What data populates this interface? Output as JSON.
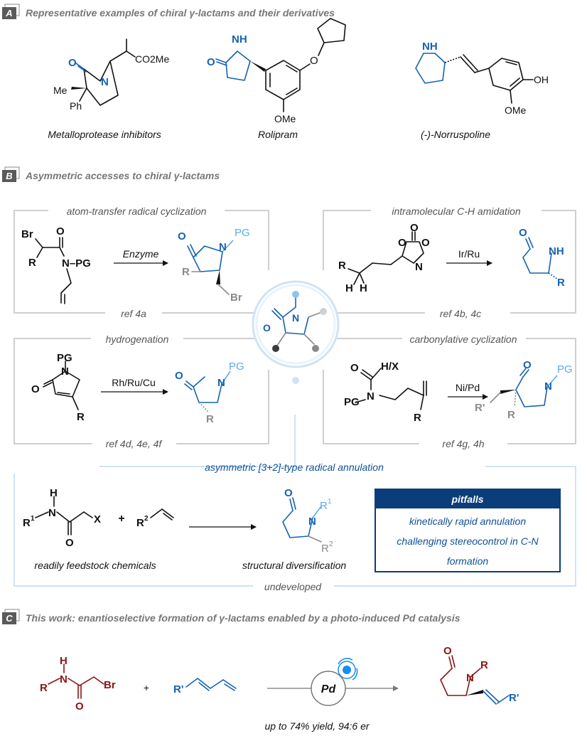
{
  "sectionA": {
    "letter": "A",
    "title": "Representative examples of chiral γ-lactams and their derivatives",
    "compounds": [
      {
        "name": "Metalloprotease inhibitors",
        "atoms": {
          "o": "O",
          "n": "N",
          "co2me": "CO2Me",
          "me": "Me",
          "ph": "Ph"
        }
      },
      {
        "name": "Rolipram",
        "atoms": {
          "o": "O",
          "nh": "NH",
          "o2": "O",
          "ome": "OMe"
        }
      },
      {
        "name": "(-)-Norruspoline",
        "atoms": {
          "nh": "NH",
          "oh": "OH",
          "ome": "OMe"
        }
      }
    ]
  },
  "sectionB": {
    "letter": "B",
    "title": "Asymmetric accesses to chiral γ-lactams",
    "panels": {
      "atr": {
        "title": "atom-transfer radical cyclization",
        "reagent": "Enzyme",
        "ref": "ref 4a",
        "atoms": {
          "br": "Br",
          "o": "O",
          "r": "R",
          "npg": "N–PG",
          "o2": "O",
          "n2": "N",
          "pg2": "PG",
          "r2": "R",
          "br2": "Br"
        }
      },
      "ch": {
        "title": "intramolecular C-H amidation",
        "reagent": "Ir/Ru",
        "ref": "ref 4b, 4c",
        "atoms": {
          "r": "R",
          "h1": "H",
          "h2": "H",
          "o1": "O",
          "o2": "O",
          "o3": "O",
          "n": "N",
          "o4": "O",
          "nh": "NH",
          "r2": "R"
        }
      },
      "hyd": {
        "title": "hydrogenation",
        "reagent": "Rh/Ru/Cu",
        "ref": "ref 4d, 4e, 4f",
        "atoms": {
          "pg": "PG",
          "o": "O",
          "n": "N",
          "r": "R",
          "o2": "O",
          "n2": "N",
          "pg2": "PG",
          "r2": "R"
        }
      },
      "carb": {
        "title": "carbonylative cyclization",
        "reagent": "Ni/Pd",
        "ref": "ref 4g, 4h",
        "atoms": {
          "o": "O",
          "hx": "H/X",
          "n": "N",
          "pg": "PG",
          "r": "R",
          "o2": "O",
          "n2": "N",
          "pg2": "PG",
          "r2": "R'",
          "r3": "R"
        }
      }
    },
    "center": {
      "o": "O",
      "n": "N"
    },
    "annulation": {
      "title": "asymmetric [3+2]-type radical annulation",
      "reactant_caption": "readily feedstock chemicals",
      "product_caption": "structural diversification",
      "footer": "undeveloped",
      "plus": "+",
      "atoms": {
        "r1": "R",
        "r1sup": "1",
        "h": "H",
        "n": "N",
        "x": "X",
        "o": "O",
        "r2": "R",
        "r2sup": "2",
        "po": "O",
        "pn": "N",
        "pr1": "R",
        "pr1sup": "1",
        "pr2": "R",
        "pr2sup": "2"
      },
      "pitfalls": {
        "header": "pitfalls",
        "items": [
          "kinetically rapid annulation",
          "challenging stereocontrol in C-N",
          "formation"
        ]
      }
    }
  },
  "sectionC": {
    "letter": "C",
    "title": "This work: enantioselective formation of γ-lactams enabled by a photo-induced Pd catalysis",
    "plus": "+",
    "catalyst": "Pd",
    "result": "up to 74% yield, 94:6 er",
    "atoms": {
      "r": "R",
      "h": "H",
      "n": "N",
      "br": "Br",
      "o": "O",
      "rp": "R'",
      "po": "O",
      "pn": "N",
      "pr": "R",
      "prp": "R'"
    }
  },
  "colors": {
    "accent": "#1462b4",
    "light_accent": "#5aaaf0",
    "red": "#8b1414",
    "grey": "#8a8a8a",
    "frame": "#cfcfcf",
    "pitfall_header": "#0a3d7a"
  }
}
